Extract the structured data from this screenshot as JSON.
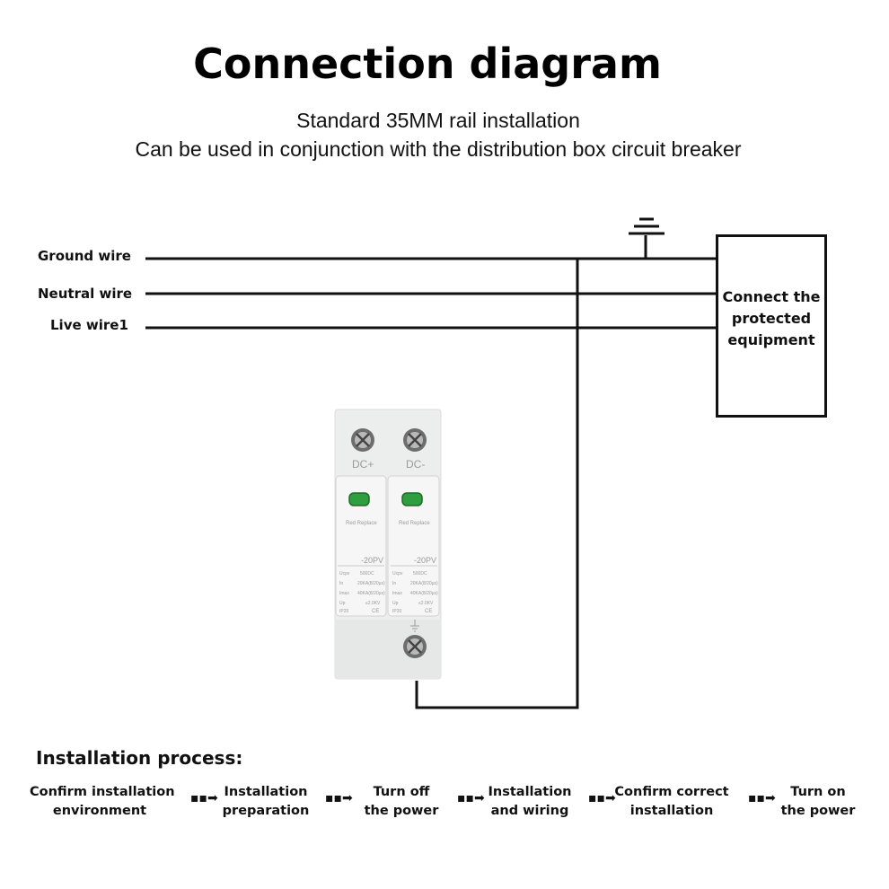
{
  "header": {
    "title": "Connection diagram",
    "subtitle_line1": "Standard 35MM rail installation",
    "subtitle_line2": "Can be used in conjunction with the distribution box circuit breaker"
  },
  "wires": {
    "ground": "Ground wire",
    "neutral": "Neutral wire",
    "live": "Live wire1"
  },
  "equipment": {
    "label": "Connect the protected equipment"
  },
  "device": {
    "terminal_left": "DC+",
    "terminal_right": "DC-",
    "module_left": {
      "indicator": "Red Replace",
      "model": "-20PV",
      "spec_rows": [
        [
          "Ucpv",
          "500DC"
        ],
        [
          "In",
          "20KA(8/20μs)"
        ],
        [
          "Imax",
          "40KA(8/20μs)"
        ],
        [
          "Up",
          "≤2.0KV"
        ]
      ],
      "rating": "IP20",
      "marks": "CE"
    },
    "module_right": {
      "indicator": "Red Replace",
      "model": "-20PV",
      "spec_rows": [
        [
          "Ucpv",
          "500DC"
        ],
        [
          "In",
          "20KA(8/20μs)"
        ],
        [
          "Imax",
          "40KA(8/20μs)"
        ],
        [
          "Up",
          "≤2.0KV"
        ]
      ],
      "rating": "IP20",
      "marks": "CE"
    }
  },
  "process": {
    "title": "Installation process:",
    "steps": [
      {
        "line1": "Confirm installation",
        "line2": "environment"
      },
      {
        "line1": "Installation",
        "line2": "preparation"
      },
      {
        "line1": "Turn off",
        "line2": "the power"
      },
      {
        "line1": "Installation",
        "line2": "and wiring"
      },
      {
        "line1": "Confirm correct",
        "line2": "installation"
      },
      {
        "line1": "Turn on",
        "line2": "the power"
      }
    ],
    "arrow_glyph": "▪▪➡"
  },
  "colors": {
    "line": "#111111",
    "indicator_green": "#2e9e3e",
    "device_body": "#e9eaea"
  }
}
